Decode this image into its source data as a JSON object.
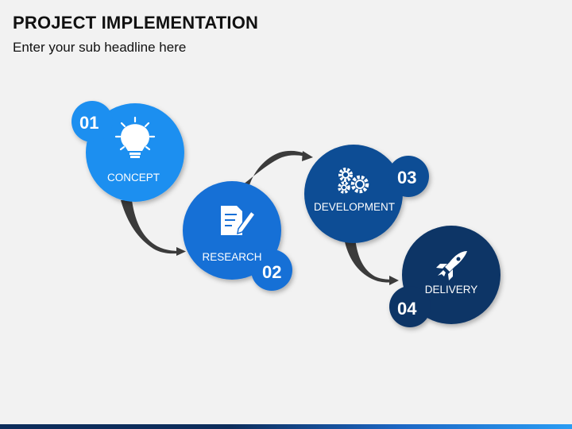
{
  "header": {
    "title": "PROJECT IMPLEMENTATION",
    "subtitle": "Enter your sub headline here"
  },
  "steps": [
    {
      "number": "01",
      "label": "CONCEPT",
      "icon": "lightbulb-icon",
      "color": "#1e8ff0"
    },
    {
      "number": "02",
      "label": "RESEARCH",
      "icon": "document-pen-icon",
      "color": "#176fd6"
    },
    {
      "number": "03",
      "label": "DEVELOPMENT",
      "icon": "gears-icon",
      "color": "#0e4e95"
    },
    {
      "number": "04",
      "label": "DELIVERY",
      "icon": "rocket-icon",
      "color": "#0b3466"
    }
  ],
  "colors": {
    "background": "#f2f2f2",
    "arrow": "#3b3b3b",
    "text": "#111111"
  }
}
